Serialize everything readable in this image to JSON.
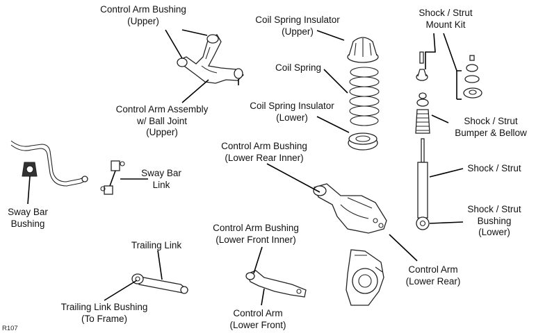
{
  "labels": {
    "control_arm_bushing_upper": [
      "Control Arm Bushing",
      "(Upper)"
    ],
    "coil_spring_insulator_upper": [
      "Coil Spring Insulator",
      "(Upper)"
    ],
    "shock_strut_mount_kit": [
      "Shock / Strut",
      "Mount Kit"
    ],
    "coil_spring": [
      "Coil Spring"
    ],
    "control_arm_assembly_upper": [
      "Control Arm Assembly",
      "w/ Ball Joint",
      "(Upper)"
    ],
    "coil_spring_insulator_lower": [
      "Coil Spring Insulator",
      "(Lower)"
    ],
    "shock_strut_bumper_bellow": [
      "Shock / Strut",
      "Bumper & Bellow"
    ],
    "control_arm_bushing_lower_rear_inner": [
      "Control Arm Bushing",
      "(Lower Rear Inner)"
    ],
    "shock_strut": [
      "Shock / Strut"
    ],
    "sway_bar_link": [
      "Sway Bar",
      "Link"
    ],
    "sway_bar_bushing": [
      "Sway Bar",
      "Bushing"
    ],
    "shock_strut_bushing_lower": [
      "Shock / Strut",
      "Bushing",
      "(Lower)"
    ],
    "control_arm_bushing_lower_front_inner": [
      "Control Arm Bushing",
      "(Lower Front Inner)"
    ],
    "trailing_link": [
      "Trailing Link"
    ],
    "control_arm_lower_rear": [
      "Control Arm",
      "(Lower Rear)"
    ],
    "trailing_link_bushing_frame": [
      "Trailing Link Bushing",
      "(To Frame)"
    ],
    "control_arm_lower_front": [
      "Control Arm",
      "(Lower Front)"
    ]
  },
  "reference_code": "R107"
}
